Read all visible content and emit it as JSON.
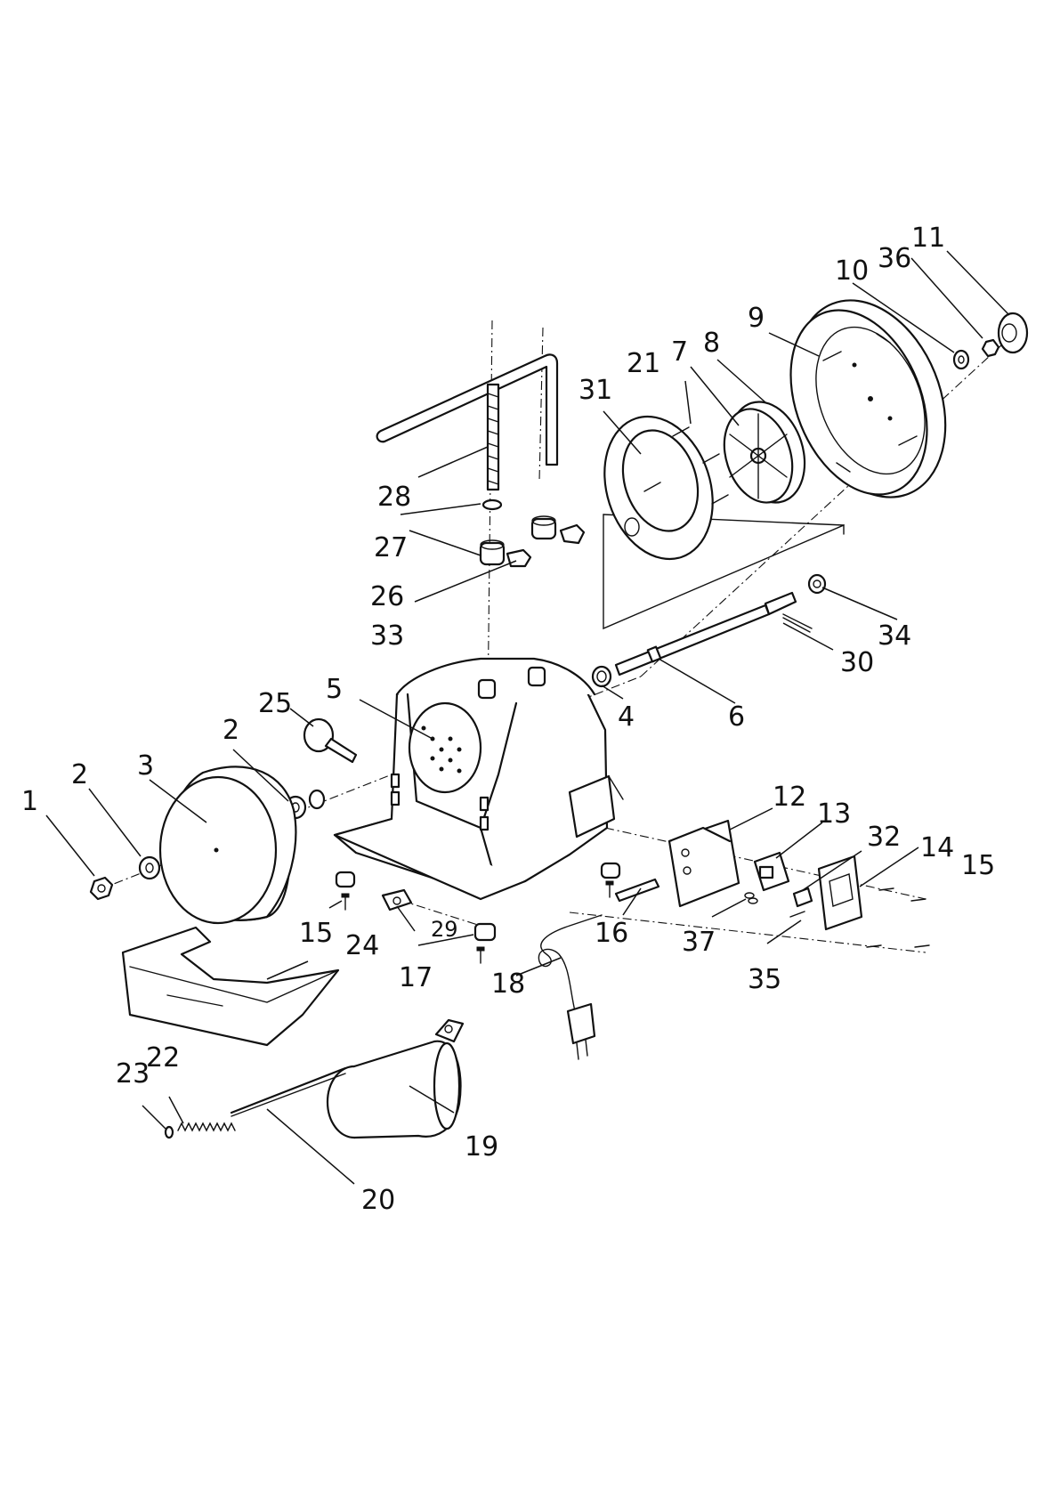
{
  "diagram": {
    "callouts": [
      {
        "id": "1",
        "text": "1"
      },
      {
        "id": "2a",
        "text": "2"
      },
      {
        "id": "2b",
        "text": "2"
      },
      {
        "id": "3",
        "text": "3"
      },
      {
        "id": "4",
        "text": "4"
      },
      {
        "id": "5",
        "text": "5"
      },
      {
        "id": "6",
        "text": "6"
      },
      {
        "id": "7",
        "text": "7"
      },
      {
        "id": "8",
        "text": "8"
      },
      {
        "id": "9",
        "text": "9"
      },
      {
        "id": "10",
        "text": "10"
      },
      {
        "id": "11",
        "text": "11"
      },
      {
        "id": "12",
        "text": "12"
      },
      {
        "id": "13",
        "text": "13"
      },
      {
        "id": "14",
        "text": "14"
      },
      {
        "id": "15a",
        "text": "15"
      },
      {
        "id": "15b",
        "text": "15"
      },
      {
        "id": "16",
        "text": "16"
      },
      {
        "id": "17",
        "text": "17"
      },
      {
        "id": "18",
        "text": "18"
      },
      {
        "id": "19",
        "text": "19"
      },
      {
        "id": "20",
        "text": "20"
      },
      {
        "id": "21",
        "text": "21"
      },
      {
        "id": "22",
        "text": "22"
      },
      {
        "id": "23",
        "text": "23"
      },
      {
        "id": "24",
        "text": "24"
      },
      {
        "id": "25",
        "text": "25"
      },
      {
        "id": "26",
        "text": "26"
      },
      {
        "id": "27",
        "text": "27"
      },
      {
        "id": "28",
        "text": "28"
      },
      {
        "id": "29",
        "text": "29"
      },
      {
        "id": "30",
        "text": "30"
      },
      {
        "id": "31",
        "text": "31"
      },
      {
        "id": "32",
        "text": "32"
      },
      {
        "id": "33",
        "text": "33"
      },
      {
        "id": "34",
        "text": "34"
      },
      {
        "id": "35",
        "text": "35"
      },
      {
        "id": "36",
        "text": "36"
      },
      {
        "id": "37",
        "text": "37"
      }
    ]
  }
}
